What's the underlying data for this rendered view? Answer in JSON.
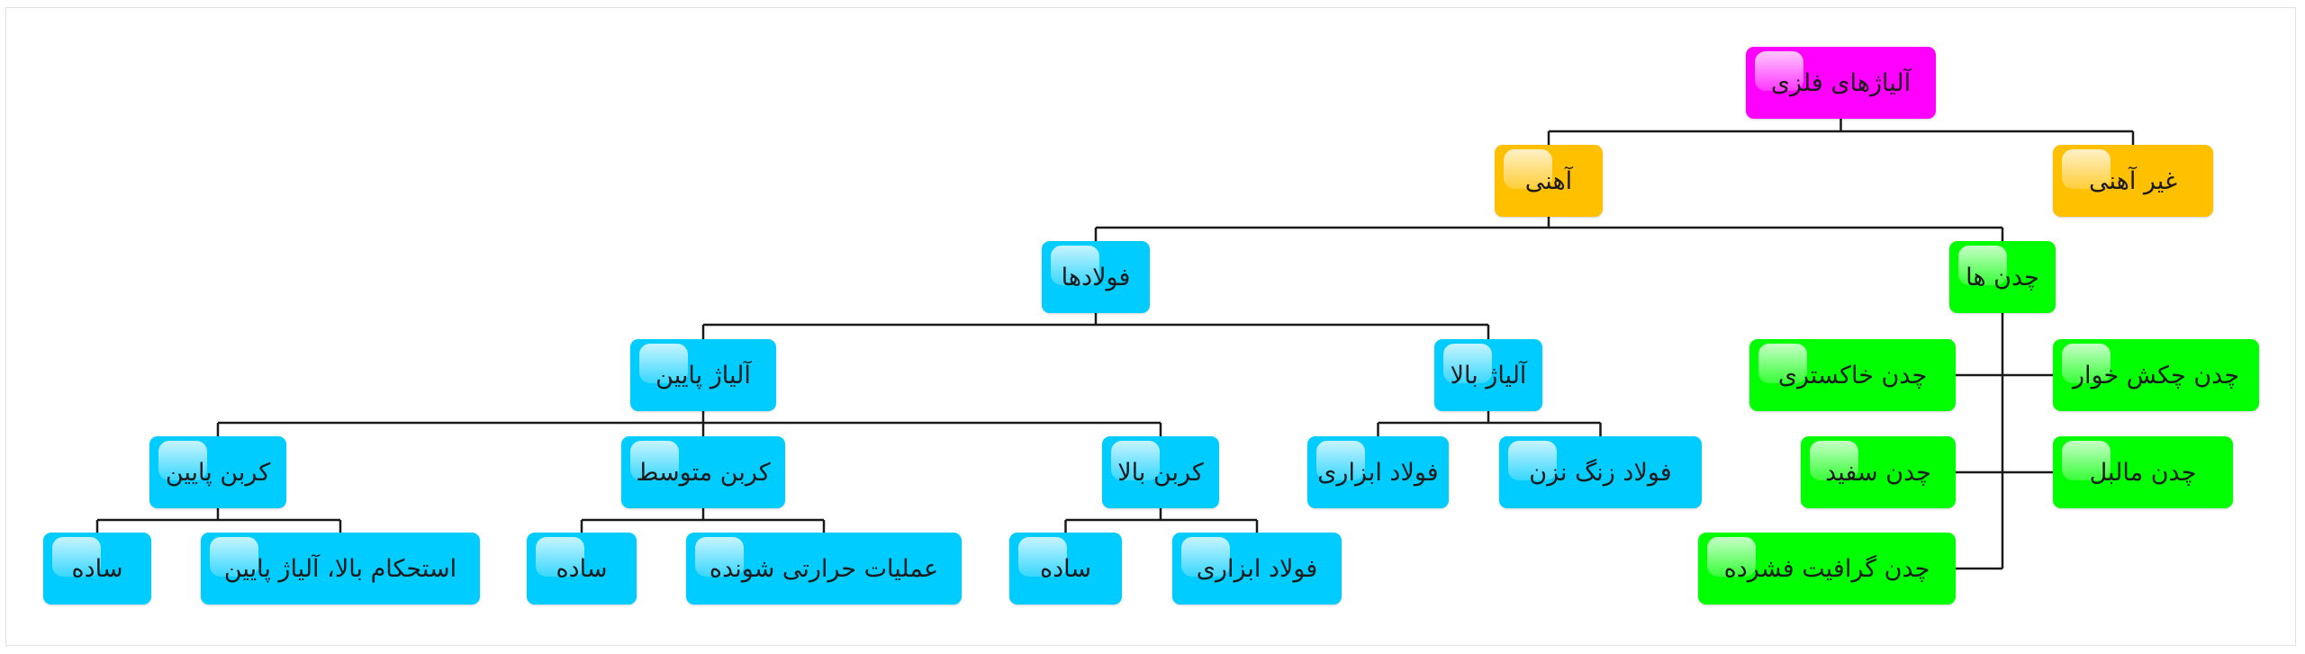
{
  "diagram": {
    "colors": {
      "root": "#ff00ff",
      "category": "#ffc000",
      "steel": "#00ccff",
      "cast_iron": "#00ff00",
      "line": "#1a1a1a"
    },
    "nodes": {
      "root": "آلیاژهای فلزی",
      "ferrous": "آهنی",
      "nonferrous": "غیر آهنی",
      "steels": "فولادها",
      "cast_irons": "چدن ها",
      "low_alloy": "آلیاژ پایین",
      "high_alloy": "آلیاژ بالا",
      "low_carbon": "کربن پایین",
      "medium_carbon": "کربن متوسط",
      "high_carbon": "کربن بالا",
      "tool_steel_high_alloy": "فولاد ابزاری",
      "stainless_steel": "فولاد زنگ نزن",
      "plain_low_carbon": "ساده",
      "hsla": "استحکام بالا، آلیاژ پایین",
      "plain_medium_carbon": "ساده",
      "heat_treatable": "عملیات حرارتی شونده",
      "plain_high_carbon": "ساده",
      "tool_steel_high_carbon": "فولاد ابزاری",
      "gray_iron": "چدن خاکستری",
      "ductile_iron": "چدن چکش خوار",
      "white_iron": "چدن سفید",
      "malleable_iron": "چدن مالبل",
      "compacted_graphite_iron": "چدن گرافیت فشرده"
    }
  }
}
